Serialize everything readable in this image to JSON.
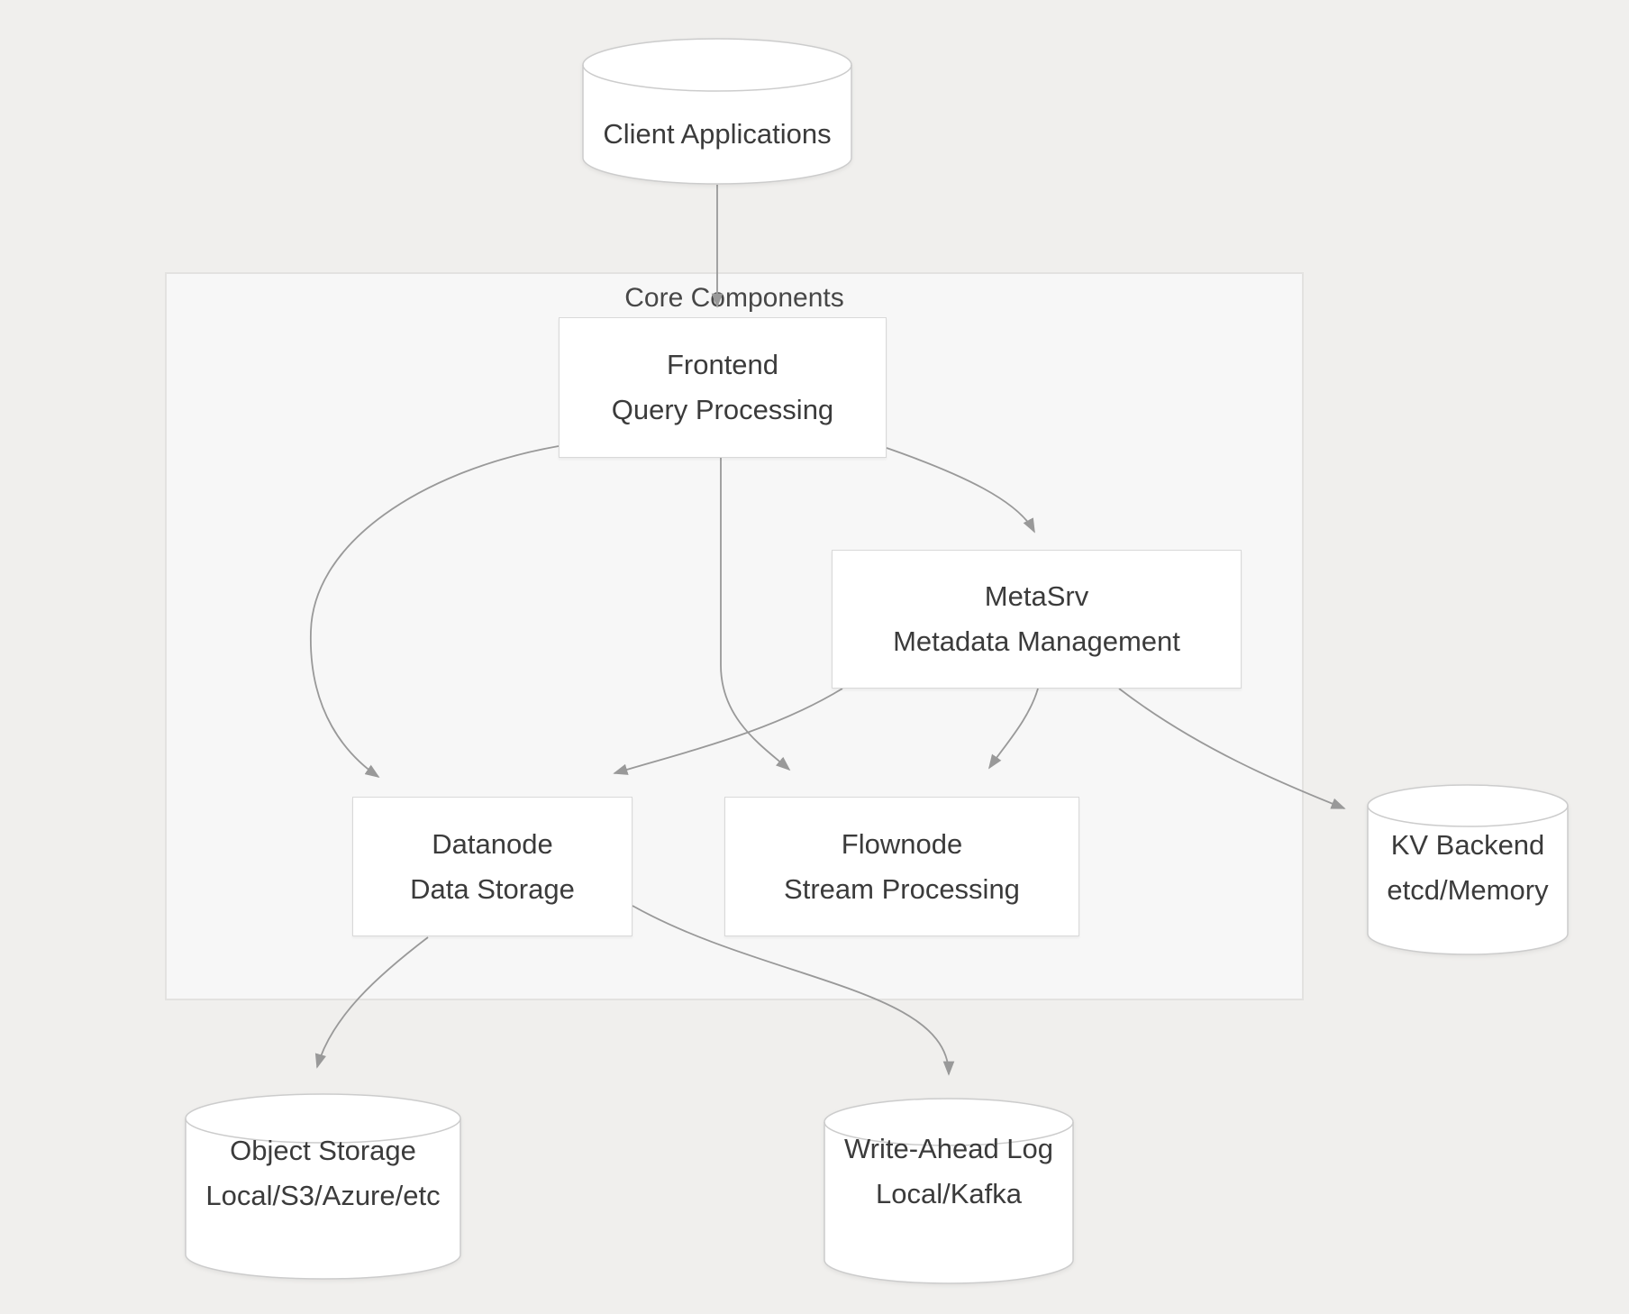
{
  "diagram": {
    "title": "GreptimeDB-style architecture diagram",
    "colors": {
      "page_background": "#f0efed",
      "group_background": "#f7f7f7",
      "node_background": "#ffffff",
      "edge_color": "#999999",
      "text_color": "#3b3b3b"
    },
    "group": {
      "label": "Core Components"
    },
    "nodes": {
      "client": {
        "shape": "cylinder",
        "line1": "Client Applications"
      },
      "frontend": {
        "shape": "rect",
        "line1": "Frontend",
        "line2": "Query Processing"
      },
      "metasrv": {
        "shape": "rect",
        "line1": "MetaSrv",
        "line2": "Metadata Management"
      },
      "datanode": {
        "shape": "rect",
        "line1": "Datanode",
        "line2": "Data Storage"
      },
      "flownode": {
        "shape": "rect",
        "line1": "Flownode",
        "line2": "Stream Processing"
      },
      "kv_backend": {
        "shape": "cylinder",
        "line1": "KV Backend",
        "line2": "etcd/Memory"
      },
      "object_storage": {
        "shape": "cylinder",
        "line1": "Object Storage",
        "line2": "Local/S3/Azure/etc"
      },
      "write_ahead_log": {
        "shape": "cylinder",
        "line1": "Write-Ahead Log",
        "line2": "Local/Kafka"
      }
    },
    "edges": [
      {
        "from": "Client Applications",
        "to": "Frontend"
      },
      {
        "from": "Frontend",
        "to": "Datanode"
      },
      {
        "from": "Frontend",
        "to": "Flownode"
      },
      {
        "from": "Frontend",
        "to": "MetaSrv"
      },
      {
        "from": "MetaSrv",
        "to": "Datanode"
      },
      {
        "from": "MetaSrv",
        "to": "Flownode"
      },
      {
        "from": "MetaSrv",
        "to": "KV Backend"
      },
      {
        "from": "Datanode",
        "to": "Object Storage"
      },
      {
        "from": "Datanode",
        "to": "Write-Ahead Log"
      }
    ]
  }
}
